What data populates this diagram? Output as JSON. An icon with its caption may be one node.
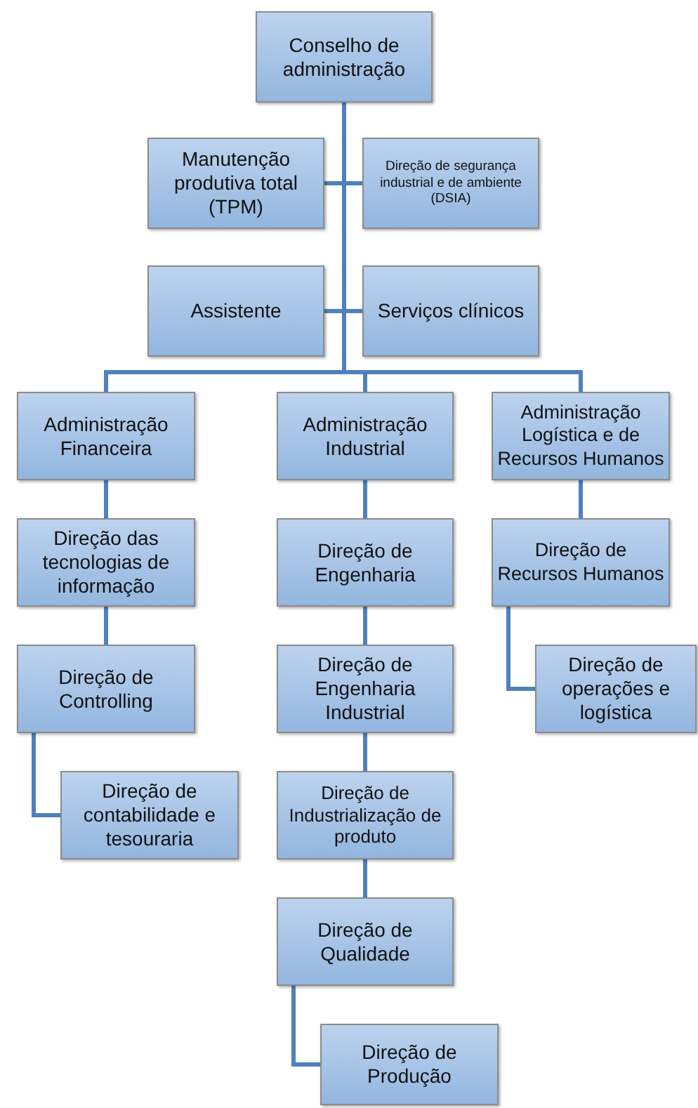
{
  "diagram": {
    "nodes": [
      {
        "text": [
          "Conselho de administração"
        ]
      },
      {
        "text": [
          "Manutenção produtiva total (TPM)"
        ]
      },
      {
        "text": [
          "Direção de segurança industrial e de ambiente (DSIA)"
        ]
      },
      {
        "text": [
          "Assistente"
        ]
      },
      {
        "text": [
          "Serviços clínicos"
        ]
      },
      {
        "text": [
          "Administração Financeira"
        ]
      },
      {
        "text": [
          "Administração Industrial"
        ]
      },
      {
        "text": [
          "Administração Logística e de Recursos Humanos"
        ]
      },
      {
        "text": [
          "Direção das tecnologias de informação"
        ]
      },
      {
        "text": [
          "Direção de Engenharia"
        ]
      },
      {
        "text": [
          "Direção de Recursos Humanos"
        ]
      },
      {
        "text": [
          "Direção de Controlling"
        ]
      },
      {
        "text": [
          "Direção de Engenharia Industrial"
        ]
      },
      {
        "text": [
          "Direção de operações e logística"
        ]
      },
      {
        "text": [
          "Direção de contabilidade e tesouraria"
        ]
      },
      {
        "text": [
          "Direção de Industrialização de produto"
        ]
      },
      {
        "text": [
          "Direção de Qualidade"
        ]
      },
      {
        "text": [
          "Direção de Produção"
        ]
      }
    ],
    "edges": [
      {
        "from": 0,
        "to": 1,
        "arrow": "none"
      },
      {
        "from": 0,
        "to": 2,
        "arrow": "none"
      },
      {
        "from": 0,
        "to": 3,
        "arrow": "none"
      },
      {
        "from": 0,
        "to": 4,
        "arrow": "none"
      },
      {
        "from": 0,
        "to": 5,
        "arrow": "none"
      },
      {
        "from": 0,
        "to": 6,
        "arrow": "none"
      },
      {
        "from": 0,
        "to": 7,
        "arrow": "none"
      },
      {
        "from": 5,
        "to": 8,
        "arrow": "none"
      },
      {
        "from": 8,
        "to": 11,
        "arrow": "none"
      },
      {
        "from": 11,
        "to": 14,
        "arrow": "none"
      },
      {
        "from": 6,
        "to": 9,
        "arrow": "none"
      },
      {
        "from": 9,
        "to": 12,
        "arrow": "none"
      },
      {
        "from": 12,
        "to": 15,
        "arrow": "none"
      },
      {
        "from": 15,
        "to": 16,
        "arrow": "none"
      },
      {
        "from": 16,
        "to": 17,
        "arrow": "none"
      },
      {
        "from": 7,
        "to": 10,
        "arrow": "none"
      },
      {
        "from": 10,
        "to": 13,
        "arrow": "none"
      }
    ]
  }
}
